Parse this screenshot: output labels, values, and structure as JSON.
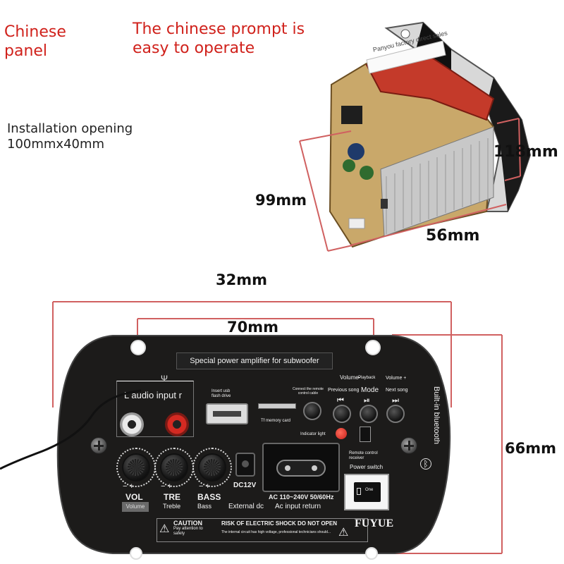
{
  "notes": {
    "chinese_panel": "Chinese\npanel",
    "prompt": "The chinese prompt is\neasy to operate",
    "installation": "Installation opening\n100mmx40mm"
  },
  "dimensions": {
    "d99": "99mm",
    "d118": "118mm",
    "d56": "56mm",
    "d32": "32mm",
    "d70": "70mm",
    "d66": "66mm"
  },
  "photo": {
    "sticker": "Panyou factory direct sales"
  },
  "panel": {
    "banner": "Special power amplifier for subwoofer",
    "audio_input": "L audio input r",
    "insert_usb": "Insert usb\nflash drive",
    "tf_card": "Tf memory card",
    "remote_cable": "Connect the remote\ncontrol cable",
    "indicator_light": "Indicator light",
    "volume_minus": "Volume-",
    "playback": "Playback",
    "volume_plus": "Volume +",
    "previous_song": "Previous song",
    "mode": "Mode",
    "next_song": "Next song",
    "bluetooth": "Built-in bluetooth",
    "remote_receiver": "Remote control\nreceiver",
    "power_switch": "Power switch",
    "knobs": [
      {
        "label": "VOL",
        "caption": "Volume"
      },
      {
        "label": "TRE",
        "caption": "Treble"
      },
      {
        "label": "BASS",
        "caption": "Bass"
      }
    ],
    "minus_plus": "−  +",
    "dc": "DC12V",
    "external_dc": "External dc",
    "ac_rating": "AC 110~240V 50/60Hz",
    "ac_return": "Ac input return",
    "switch_label": "One",
    "caution": "CAUTION",
    "caution_sub": "Pay attention to\nsafety",
    "shock": "RISK OF ELECTRIC SHOCK DO NOT OPEN",
    "shock_sub": "The internal circuit has high voltage, professional technicians should...",
    "brand": "FUYUE"
  },
  "colors": {
    "accent_red": "#d0211b",
    "dimension_line": "#d06060",
    "panel": "#1c1b1a"
  }
}
